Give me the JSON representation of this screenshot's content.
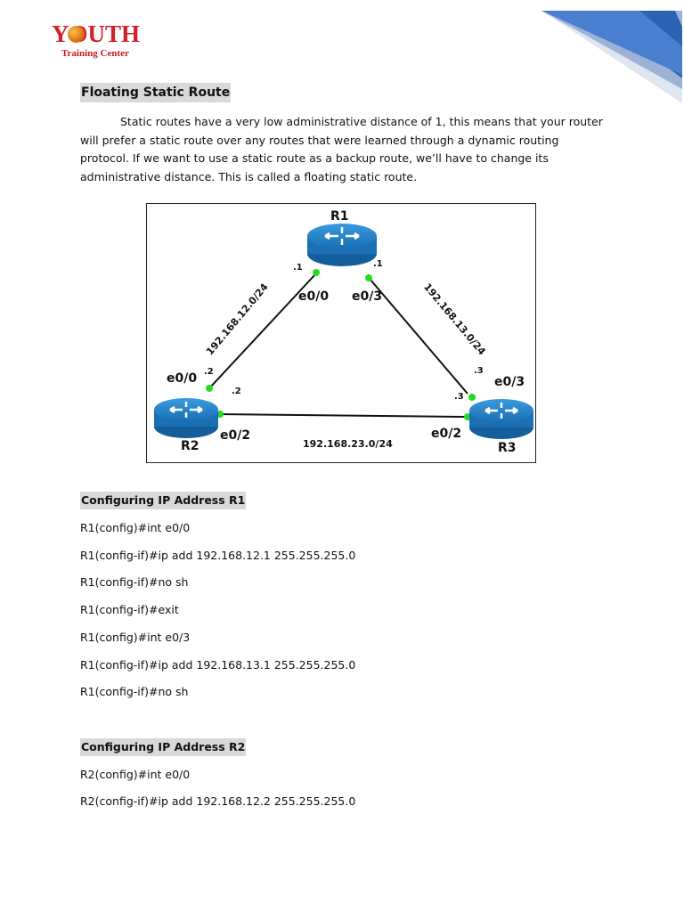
{
  "header": {
    "logo_word": "YOUTH",
    "logo_subtitle": "Training Center"
  },
  "title": "Floating Static Route",
  "intro_text": "Static routes have a very low administrative distance of 1, this means that your router will prefer a static route over any routes that were learned through a dynamic routing protocol. If we want to use a static route as a backup route, we’ll have to change its administrative distance. This is called a floating static route.",
  "diagram": {
    "routers": [
      "R1",
      "R2",
      "R3"
    ],
    "interfaces": {
      "r1_left": "e0/0",
      "r1_right": "e0/3",
      "r2_top": "e0/0",
      "r2_right": "e0/2",
      "r3_left": "e0/2",
      "r3_top": "e0/3"
    },
    "host_numbers": {
      "r1_left": ".1",
      "r1_right": ".1",
      "r2_top": ".2",
      "r2_right": ".2",
      "r3_top": ".3",
      "r3_left": ".3"
    },
    "networks": {
      "r1_r2": "192.168.12.0/24",
      "r1_r3": "192.168.13.0/24",
      "r2_r3": "192.168.23.0/24"
    },
    "link_dot_color": "#22dd22",
    "router_color": "#1f7fc4"
  },
  "sections": [
    {
      "title": "Configuring IP Address R1",
      "commands": [
        "R1(config)#int e0/0",
        "R1(config-if)#ip add 192.168.12.1 255.255.255.0",
        "R1(config-if)#no sh",
        "R1(config-if)#exit",
        "R1(config)#int e0/3",
        "R1(config-if)#ip add 192.168.13.1 255.255.255.0",
        "R1(config-if)#no sh"
      ]
    },
    {
      "title": "Configuring IP Address R2",
      "commands": [
        "R2(config)#int e0/0",
        "R2(config-if)#ip add 192.168.12.2 255.255.255.0"
      ]
    }
  ]
}
